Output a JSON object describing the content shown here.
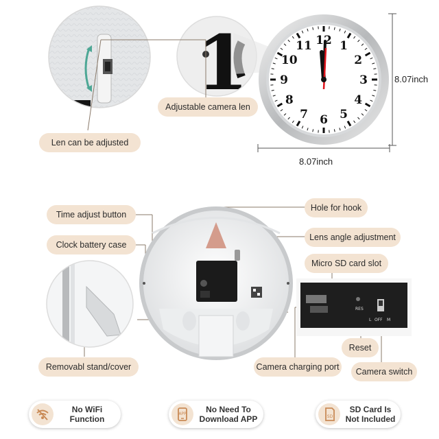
{
  "top_section": {
    "callouts": {
      "len_adjusted": "Len can be adjusted",
      "adjustable_camera": "Adjustable camera len"
    },
    "dimensions": {
      "height": "8.07inch",
      "width": "8.07inch"
    },
    "clock_numbers": [
      "12",
      "1",
      "2",
      "3",
      "4",
      "5",
      "6",
      "7",
      "8",
      "9",
      "10",
      "11"
    ],
    "zoom_digit": "1"
  },
  "back_section": {
    "callouts": {
      "time_adjust": "Time adjust button",
      "battery_case": "Clock battery case",
      "hole_hook": "Hole for hook",
      "lens_angle": "Lens angle adjustment",
      "sd_slot": "Micro SD card slot",
      "stand_cover": "Removabl stand/cover",
      "charging_port": "Camera charging port",
      "reset": "Reset",
      "camera_switch": "Camera switch"
    },
    "board_labels": {
      "res": "RES",
      "switch_l": "L",
      "switch_off": "OFF",
      "switch_m": "M"
    }
  },
  "features": [
    {
      "icon": "no-wifi-icon",
      "line1": "No WiFi",
      "line2": "Function"
    },
    {
      "icon": "app-icon",
      "line1": "No Need To",
      "line2": "Download APP"
    },
    {
      "icon": "sd-card-icon",
      "line1": "SD Card Is",
      "line2": "Not Included"
    }
  ],
  "colors": {
    "accent_pill": "#f3e3d2",
    "leader_line": "#8a7a6a",
    "hand_red": "#e0131b",
    "frame_silver": "#c9cbcd"
  }
}
